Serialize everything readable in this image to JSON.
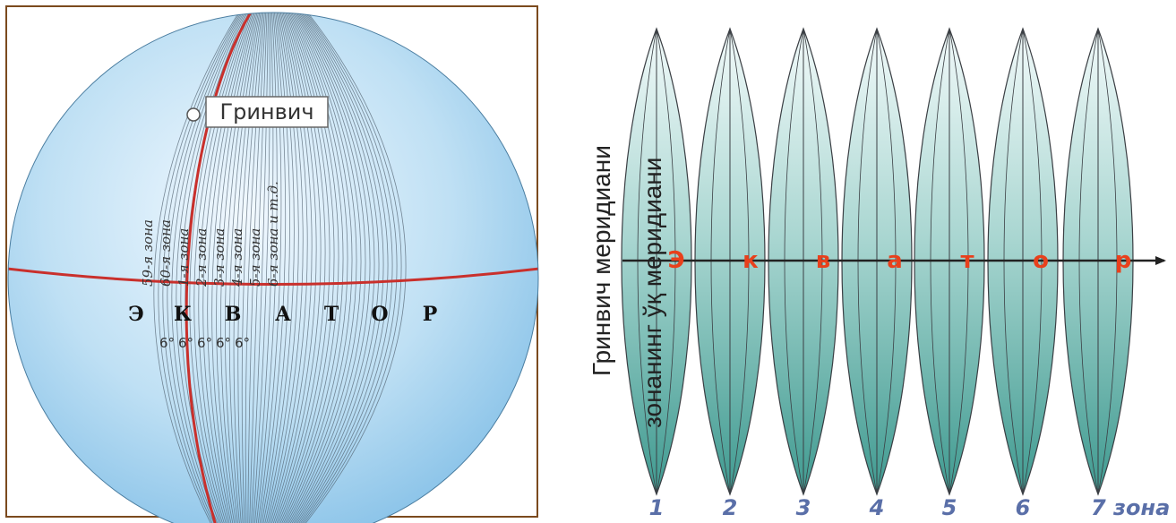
{
  "globe": {
    "greenwich_label": "Гринвич",
    "zone_labels": [
      "59-я зона",
      "60-я зона",
      "1-я зона",
      "2-я зона",
      "3-я зона",
      "4-я зона",
      "5-я зона",
      "6-я зона и т.д."
    ],
    "equator_letters": [
      "Э",
      "К",
      "В",
      "А",
      "Т",
      "О",
      "Р"
    ],
    "degree_labels": [
      "6°",
      "6°",
      "6°",
      "6°",
      "6°"
    ],
    "colors": {
      "meridian_prime": "#c9302c",
      "equator": "#c9302c",
      "frame": "#7b4a1e"
    }
  },
  "zones_diagram": {
    "greenwich_meridian_label": "Гринвич меридиани",
    "zone_axis_label": "зонанинг ўқ меридиани",
    "equator_letters": [
      "Э",
      "к",
      "в",
      "а",
      "т",
      "о",
      "р"
    ],
    "zone_numbers": [
      "1",
      "2",
      "3",
      "4",
      "5",
      "6",
      "7 зона"
    ],
    "colors": {
      "equator_letters": "#e8401c",
      "zone_numbers": "#5a6fa8",
      "gore_fill_top": "#e8f4f4",
      "gore_fill_bottom": "#3f9a90"
    }
  }
}
